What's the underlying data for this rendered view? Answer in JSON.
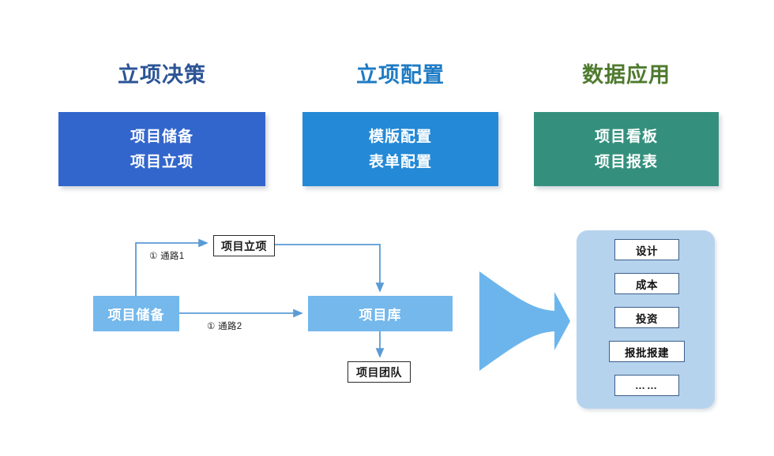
{
  "colors": {
    "pillar1_title": "#2C5496",
    "pillar1_card": "#3366CC",
    "pillar2_title": "#1E7BC4",
    "pillar2_card": "#2489D6",
    "pillar3_title": "#4E7A2E",
    "pillar3_card": "#34907D",
    "flow_box": "#74B8EC",
    "connector": "#5B9BD5",
    "arrow": "#6CB5EC",
    "panel": "#B6D3EE",
    "panel_item_border": "#3B5E88"
  },
  "pillars": [
    {
      "title": "立项决策",
      "items": [
        "项目储备",
        "项目立项"
      ]
    },
    {
      "title": "立项配置",
      "items": [
        "模版配置",
        "表单配置"
      ]
    },
    {
      "title": "数据应用",
      "items": [
        "项目看板",
        "项目报表"
      ]
    }
  ],
  "flow": {
    "source_box": "项目储备",
    "target_box": "项目库",
    "note_top": "项目立项",
    "note_bottom": "项目团队",
    "path_label_1": "① 通路1",
    "path_label_2": "① 通路2"
  },
  "data_panel": {
    "items": [
      "设计",
      "成本",
      "投资",
      "报批报建",
      "……"
    ]
  }
}
